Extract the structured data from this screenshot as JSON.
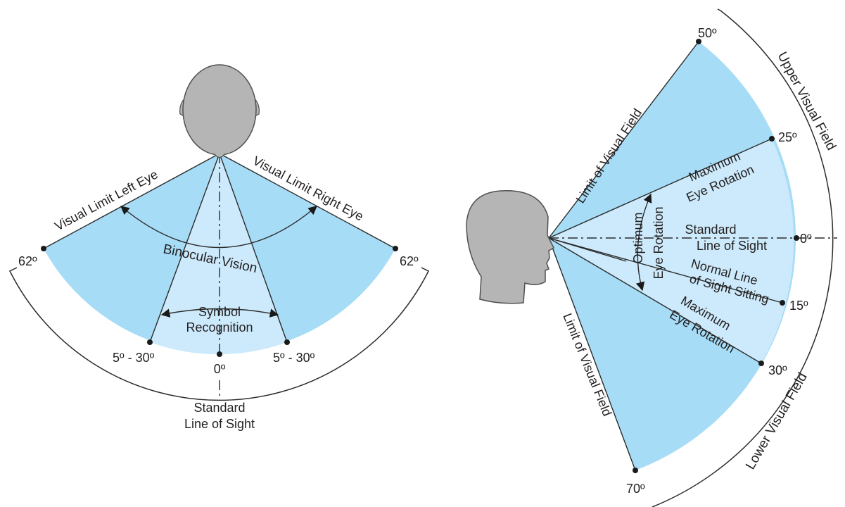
{
  "colors": {
    "field_dark": "#a6dcf6",
    "field_light": "#cceafb",
    "head_fill": "#b5b5b5",
    "head_stroke": "#505050",
    "line": "#2b2b2b"
  },
  "horizontal": {
    "label_left_eye": "Visual Limit Left Eye",
    "label_right_eye": "Visual Limit Right Eye",
    "binocular": "Binocular Vision",
    "symbol_line1": "Symbol",
    "symbol_line2": "Recognition",
    "angle_left_62": "62º",
    "angle_right_62": "62º",
    "angle_left_5_30": "5º - 30º",
    "angle_right_5_30": "5º - 30º",
    "angle_0": "0º",
    "sight_line1": "Standard",
    "sight_line2": "Line of Sight"
  },
  "vertical": {
    "angle_50": "50º",
    "angle_25": "25º",
    "angle_0": "0º",
    "angle_15": "15º",
    "angle_30": "30º",
    "angle_70": "70º",
    "limit_upper": "Limit of Visual Field",
    "limit_lower": "Limit of Visual Field",
    "max_rot_upper_1": "Maximum",
    "max_rot_upper_2": "Eye Rotation",
    "max_rot_lower_1": "Maximum",
    "max_rot_lower_2": "Eye Rotation",
    "optimum_1": "Optimum",
    "optimum_2": "Eye Rotation",
    "standard_1": "Standard",
    "standard_2": "Line of Sight",
    "normal_1": "Normal Line",
    "normal_2": "of Sight Sitting",
    "upper_field": "Upper Visual Field",
    "lower_field": "Lower Visual Field"
  }
}
